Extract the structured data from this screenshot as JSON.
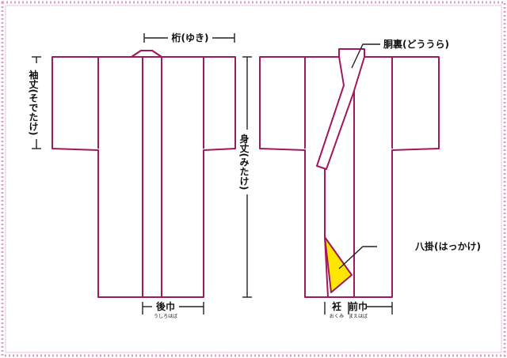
{
  "colors": {
    "outline": "#a0195a",
    "border_dots": "#d9a3c6",
    "lining_fill": "#ffe600",
    "dimension_line": "#222222"
  },
  "labels": {
    "yuki": "桁(ゆき)",
    "sodetake": "袖丈(そでたけ)",
    "mitake": "身丈(みたけ)",
    "dou_ura": "胴裏(どううら)",
    "hakkake": "八掛(はっかけ)",
    "ushiro_haba": "後巾",
    "ushiro_haba_ruby": "うしろはば",
    "okumi": "衽",
    "okumi_ruby": "おくみ",
    "mae_haba": "前巾",
    "mae_haba_ruby": "まえはば"
  }
}
